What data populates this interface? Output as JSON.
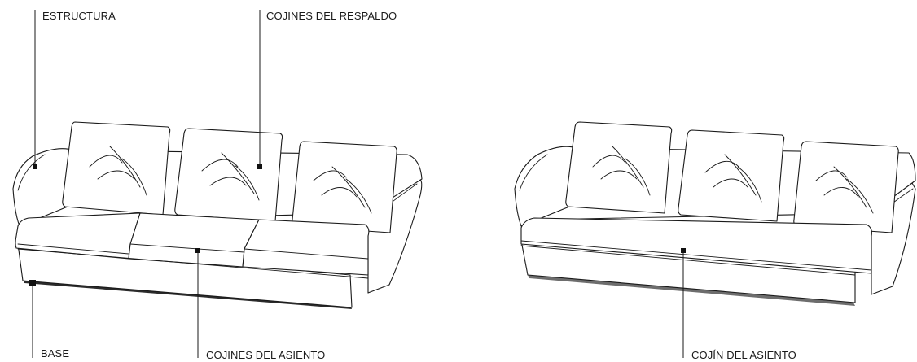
{
  "labels": {
    "estructura": "ESTRUCTURA",
    "cojines_respaldo": "COJINES DEL RESPALDO",
    "base": "BASE",
    "cojines_asiento": "COJINES DEL ASIENTO",
    "cojin_asiento": "COJÍN DEL ASIENTO"
  },
  "colors": {
    "line": "#1a1a1a",
    "background": "#ffffff"
  }
}
